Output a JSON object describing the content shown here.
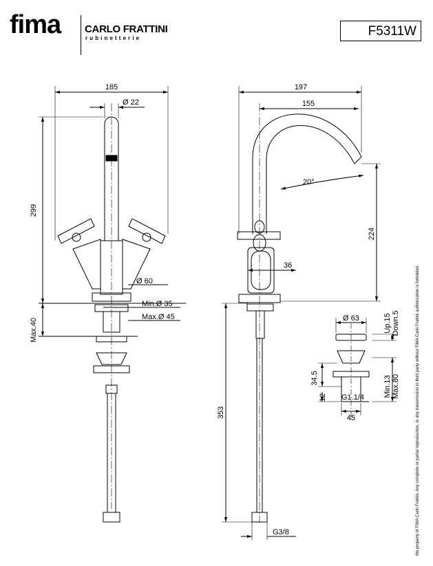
{
  "header": {
    "logo_text": "fima",
    "brand_name": "CARLO FRATTINI",
    "brand_tagline": "rubinetterie",
    "product_code": "F5311W"
  },
  "front_view": {
    "width_total": "185",
    "spout_diameter": "Ø 22",
    "height_total": "299",
    "base_diameter": "Ø 60",
    "hole_min": "Min.Ø 35",
    "hole_max": "Max.Ø 45",
    "deck_max": "Max.40"
  },
  "side_view": {
    "reach_total": "197",
    "reach_spout": "155",
    "angle": "20°",
    "height_outlet": "224",
    "handle_width": "36",
    "hose_length": "353",
    "hose_thread": "G3/8"
  },
  "waste_view": {
    "cap_diameter": "Ø 63",
    "stroke_up": "Up.15",
    "stroke_down": "Down.5",
    "flange_height": "34.5",
    "thread_height": "12",
    "thread": "G1.1/4",
    "body_diameter": "45",
    "deck_min": "Min.13",
    "deck_max": "Max.80"
  },
  "copyright_note": "the property of FIMA Carlo Frattini. Any complete or partial reproduction, or any transmission to third party without FIMA Carlo Frattini authorization is forbidden."
}
